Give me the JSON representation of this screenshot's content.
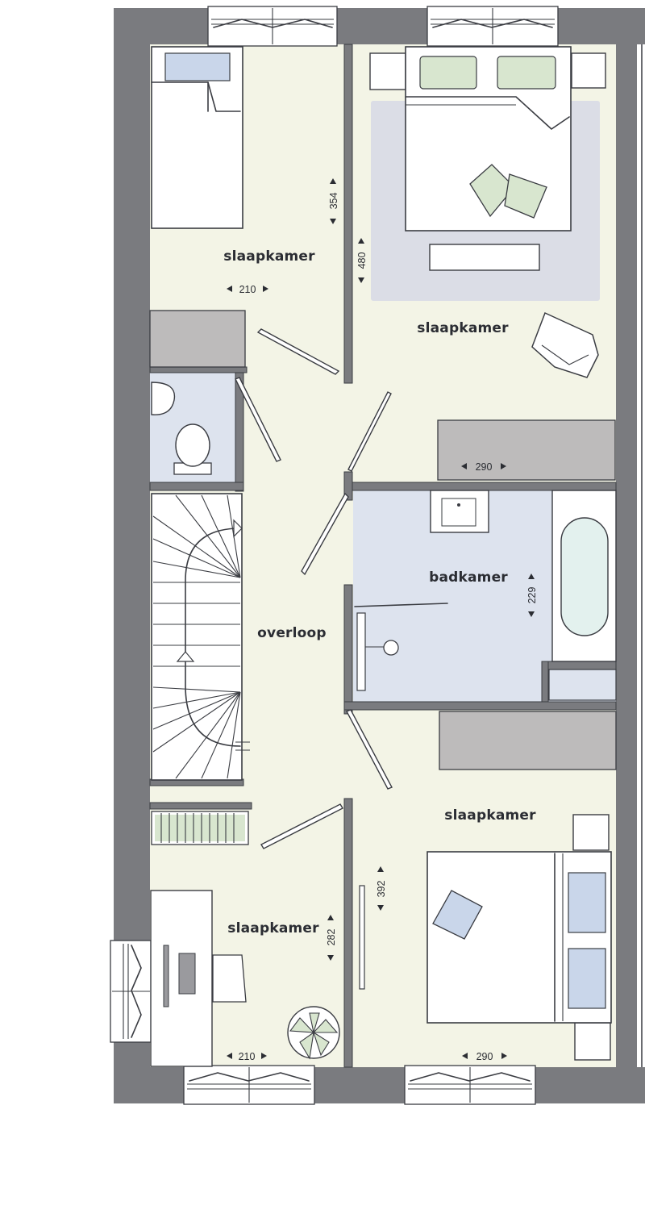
{
  "colors": {
    "wall": "#7a7b7f",
    "floor": "#f3f4e6",
    "bathroom": "#dde3ee",
    "cabinet": "#bdbbbb",
    "rug": "#dbdde6",
    "pillow_green": "#d8e6cf",
    "pillow_blue": "#c9d6ea",
    "tub_water": "#e3f1ee"
  },
  "rooms": {
    "bedroom_top_left": "slaapkamer",
    "bedroom_top_right": "slaapkamer",
    "bathroom": "badkamer",
    "landing": "overloop",
    "bedroom_bottom_right": "slaapkamer",
    "bedroom_bottom_left": "slaapkamer"
  },
  "dimensions": {
    "top_left_width": "210",
    "top_left_depth": "354",
    "top_right_depth": "480",
    "top_right_width": "290",
    "bathroom_depth": "229",
    "bottom_right_depth": "392",
    "bottom_left_depth": "282",
    "bottom_left_width": "210",
    "bottom_right_width": "290"
  }
}
